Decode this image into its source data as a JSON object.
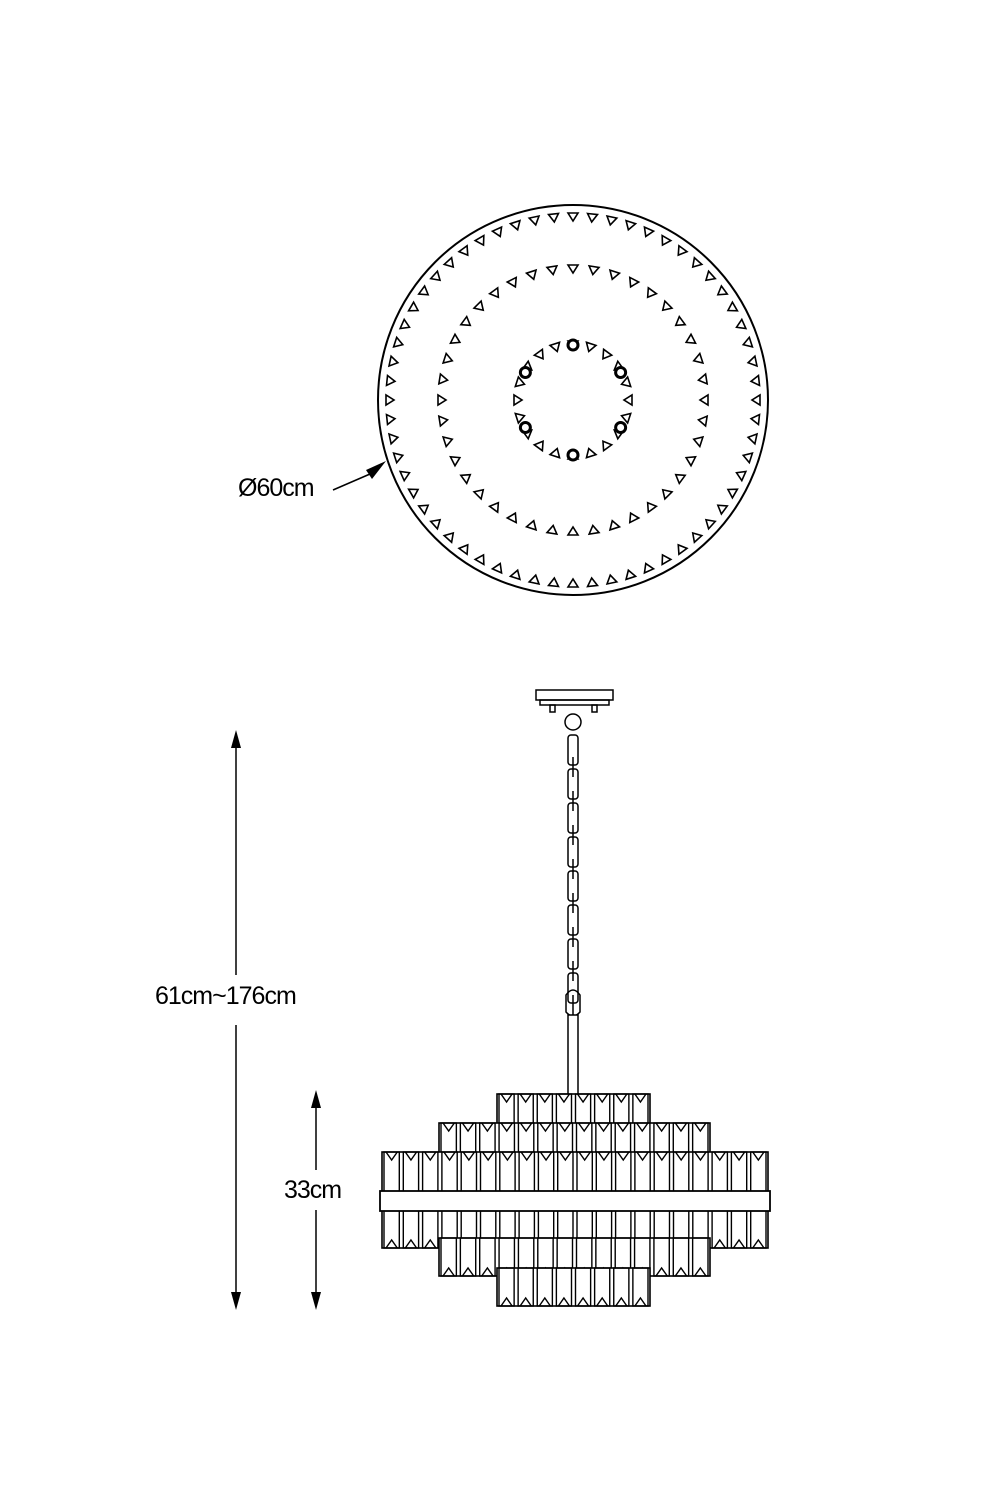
{
  "diagram": {
    "top_view": {
      "diameter_label": "Ø60cm"
    },
    "side_view": {
      "total_height_label": "61cm~176cm",
      "body_height_label": "33cm"
    },
    "colors": {
      "line": "#000000",
      "background": "#ffffff"
    }
  }
}
